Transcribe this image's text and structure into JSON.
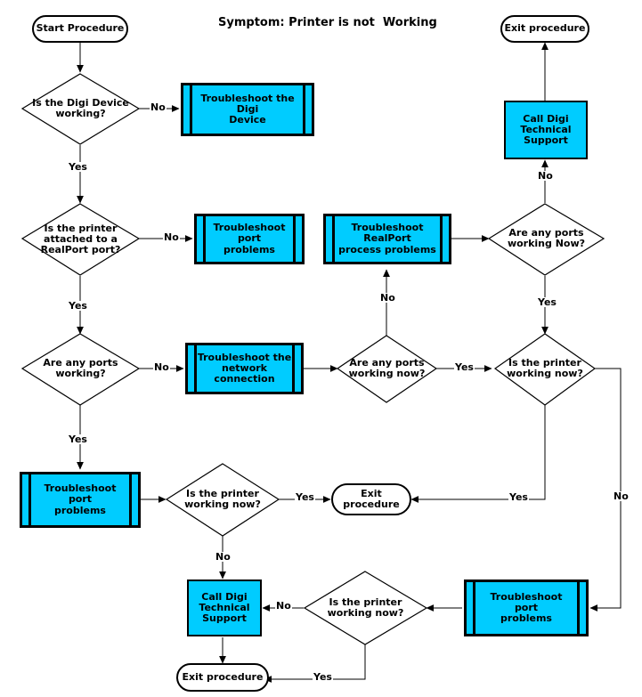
{
  "diagram": {
    "title": "Symptom: Printer is not  Working",
    "type": "flowchart",
    "colors": {
      "process_fill": "#00CCFF",
      "stroke": "#000000",
      "background": "#FFFFFF"
    },
    "nodes": {
      "start": {
        "label": "Start Procedure",
        "shape": "terminator"
      },
      "exit_top_right": {
        "label": "Exit procedure",
        "shape": "terminator"
      },
      "exit_middle": {
        "label": "Exit\nprocedure",
        "shape": "terminator"
      },
      "exit_bottom": {
        "label": "Exit procedure",
        "shape": "terminator"
      },
      "d_digi_device": {
        "label": "Is the Digi Device\nworking?",
        "shape": "decision"
      },
      "d_realport": {
        "label": "Is the printer\nattached to a\nRealPort  port?",
        "shape": "decision"
      },
      "d_ports_working": {
        "label": "Are any ports\nworking?",
        "shape": "decision"
      },
      "d_ports_working_now_mid": {
        "label": "Are any ports\nworking now?",
        "shape": "decision"
      },
      "d_ports_working_now_right": {
        "label": "Are any ports\nworking Now?",
        "shape": "decision"
      },
      "d_printer_working_right": {
        "label": "Is the printer\nworking now?",
        "shape": "decision"
      },
      "d_printer_working_left": {
        "label": "Is the printer\nworking now?",
        "shape": "decision"
      },
      "d_printer_working_bottom": {
        "label": "Is the printer\nworking now?",
        "shape": "decision"
      },
      "p_digi_device": {
        "label": "Troubleshoot the Digi\nDevice",
        "shape": "predefined-process"
      },
      "p_port_problems_top": {
        "label": "Troubleshoot port\nproblems",
        "shape": "predefined-process"
      },
      "p_realport_process": {
        "label": "Troubleshoot RealPort\nprocess problems",
        "shape": "predefined-process"
      },
      "p_network_connection": {
        "label": "Troubleshoot the\nnetwork connection",
        "shape": "predefined-process"
      },
      "p_port_problems_left": {
        "label": "Troubleshoot  port\nproblems",
        "shape": "predefined-process"
      },
      "p_port_problems_bottom": {
        "label": "Troubleshoot port\nproblems",
        "shape": "predefined-process"
      },
      "call_support_top": {
        "label": "Call  Digi\nTechnical\nSupport",
        "shape": "process"
      },
      "call_support_bottom": {
        "label": "Call Digi\nTechnical\nSupport",
        "shape": "process"
      }
    },
    "edge_labels": {
      "no_digi_device": "No",
      "yes_digi_device": "Yes",
      "no_realport": "No",
      "yes_realport": "Yes",
      "no_ports_working": "No",
      "yes_ports_working": "Yes",
      "no_ports_working_now_mid": "No",
      "yes_ports_working_now_mid": "Yes",
      "no_ports_working_now_right": "No",
      "yes_ports_working_now_right": "Yes",
      "no_printer_working_right": "No",
      "yes_printer_working_right": "Yes",
      "yes_printer_working_left": "Yes",
      "no_printer_working_left": "No",
      "no_printer_working_bottom": "No",
      "yes_printer_working_bottom": "Yes"
    }
  }
}
